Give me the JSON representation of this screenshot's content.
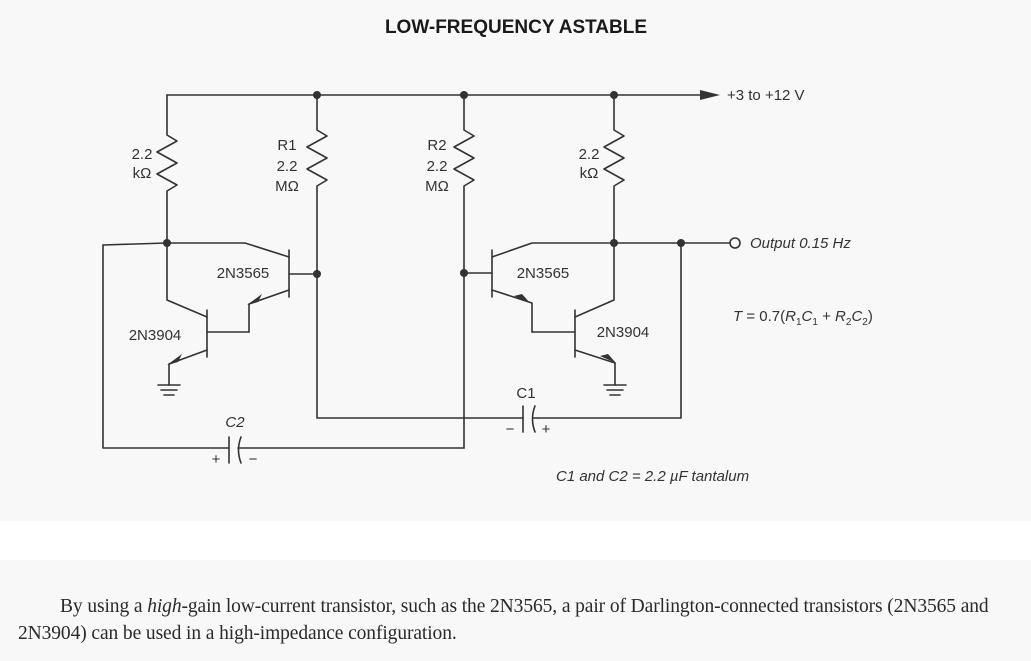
{
  "title": "LOW-FREQUENCY ASTABLE",
  "supply": "+3 to +12 V",
  "output": "Output 0.15 Hz",
  "resistors": {
    "left_collector": {
      "value": "2.2",
      "unit": "kΩ"
    },
    "r1": {
      "name": "R1",
      "value": "2.2",
      "unit": "MΩ"
    },
    "r2": {
      "name": "R2",
      "value": "2.2",
      "unit": "MΩ"
    },
    "right_collector": {
      "value": "2.2",
      "unit": "kΩ"
    }
  },
  "transistors": {
    "left_darlington_driver": "2N3565",
    "left_output": "2N3904",
    "right_darlington_driver": "2N3565",
    "right_output": "2N3904"
  },
  "capacitors": {
    "c1": {
      "name": "C1",
      "neg": "−",
      "pos": "+"
    },
    "c2": {
      "name": "C2",
      "neg": "−",
      "pos": "+"
    }
  },
  "formula": {
    "lhs": "T",
    "eq": " = 0.7(",
    "r1": "R",
    "r1_sub": "1",
    "c1": "C",
    "c1_sub": "1",
    "plus": " + ",
    "r2": "R",
    "r2_sub": "2",
    "c2": "C",
    "c2_sub": "2",
    "close": ")"
  },
  "cap_note": "C1 and C2 = 2.2 µF tantalum",
  "caption": {
    "before_italic": "By using a ",
    "italic": "high",
    "after_italic": "-gain low-current transistor, such as the 2N3565, a pair of Darlington-connected transistors (2N3565 and 2N3904) can be used in a high-impedance configuration."
  }
}
